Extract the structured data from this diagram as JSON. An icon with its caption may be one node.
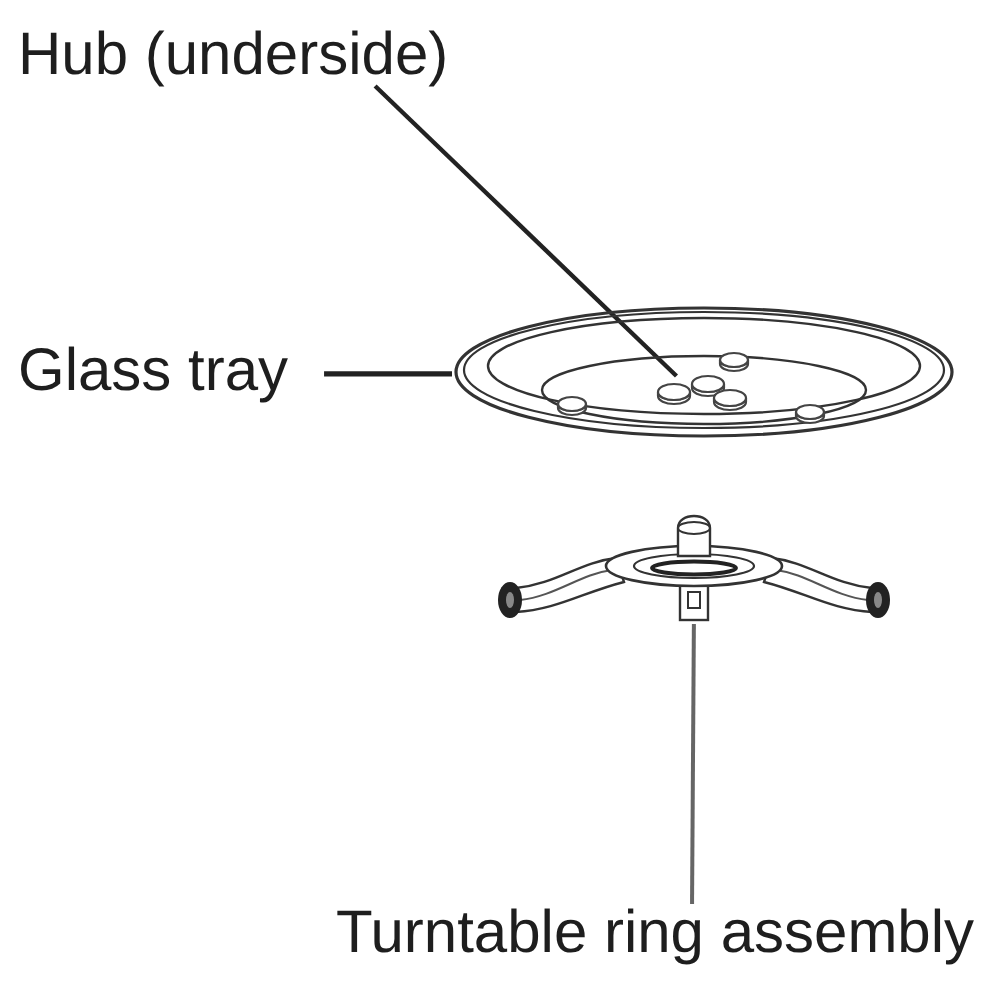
{
  "diagram": {
    "nodes": [
      {
        "text": [
          "Hub (underside)"
        ]
      },
      {
        "text": [
          "Glass tray"
        ]
      },
      {
        "text": [],
        "shape": "picture"
      },
      {
        "text": [],
        "shape": "picture",
        "in": 2
      },
      {
        "text": [],
        "shape": "picture"
      },
      {
        "text": [
          "Turntable ring assembly"
        ]
      }
    ],
    "edges": [
      {
        "from": 0,
        "to": 3,
        "arrow": "none"
      },
      {
        "from": 1,
        "to": 2,
        "arrow": "none"
      },
      {
        "from": 5,
        "to": 4,
        "arrow": "none",
        "color": "#666666"
      }
    ]
  }
}
